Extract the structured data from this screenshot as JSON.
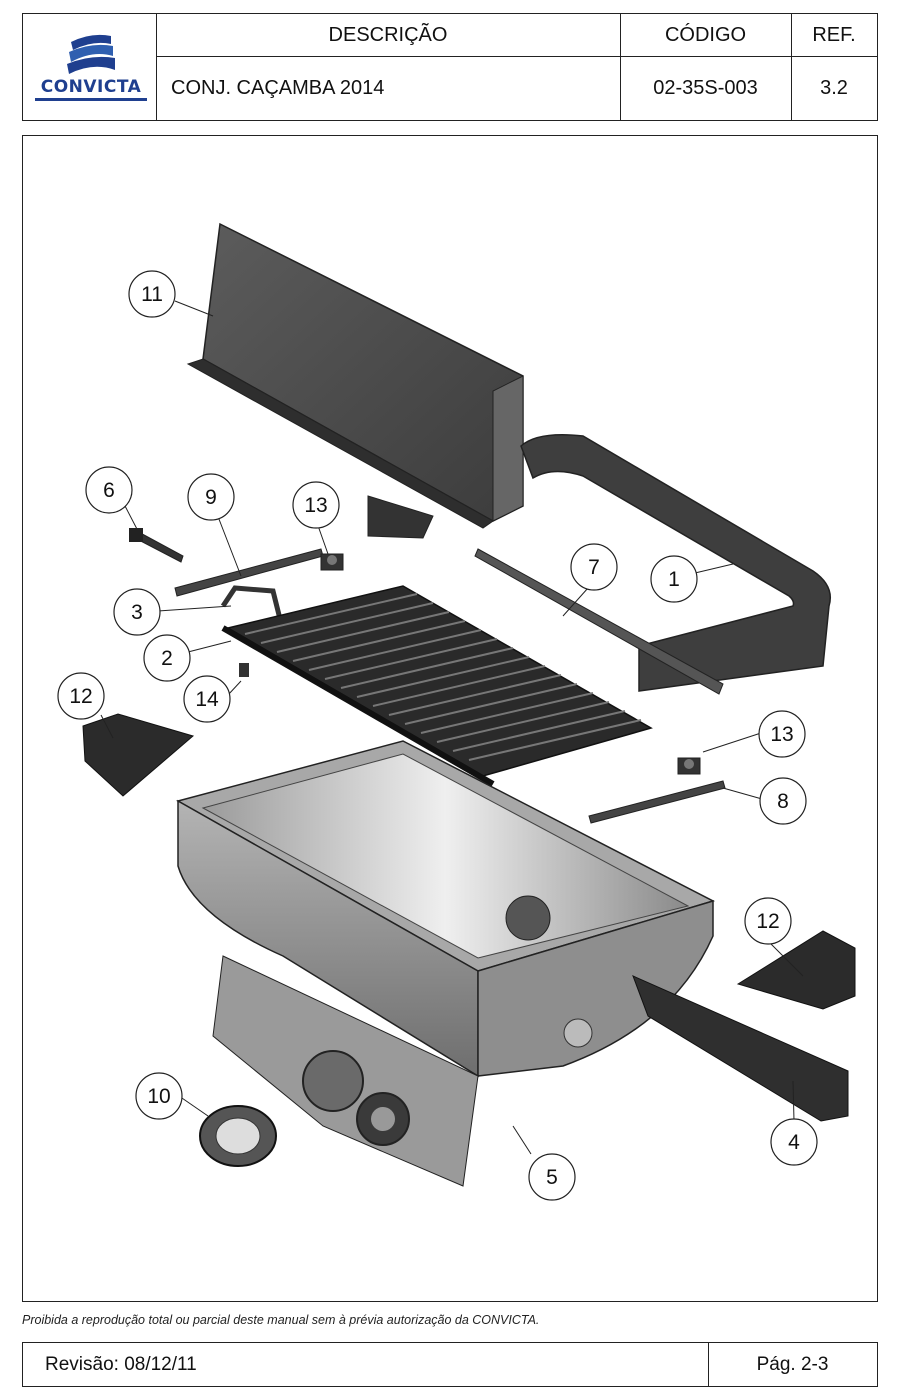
{
  "header": {
    "logo_text": "CONVICTA",
    "col_description": "DESCRIÇÃO",
    "col_code": "CÓDIGO",
    "col_ref": "REF.",
    "description": "CONJ. CAÇAMBA 2014",
    "code": "02-35S-003",
    "ref": "3.2"
  },
  "drawing": {
    "balloons": [
      "11",
      "6",
      "9",
      "13",
      "7",
      "1",
      "3",
      "2",
      "14",
      "12",
      "13",
      "8",
      "12",
      "10",
      "4",
      "5"
    ]
  },
  "colors": {
    "brand_blue": "#1f3f8f",
    "part_dark": "#3a3a3a",
    "part_mid": "#8a8a8a",
    "part_light": "#c8c8c8"
  },
  "disclaimer": "Proibida a reprodução total ou parcial deste manual sem à prévia autorização da CONVICTA.",
  "footer": {
    "revision": "Revisão: 08/12/11",
    "page": "Pág. 2-3"
  }
}
